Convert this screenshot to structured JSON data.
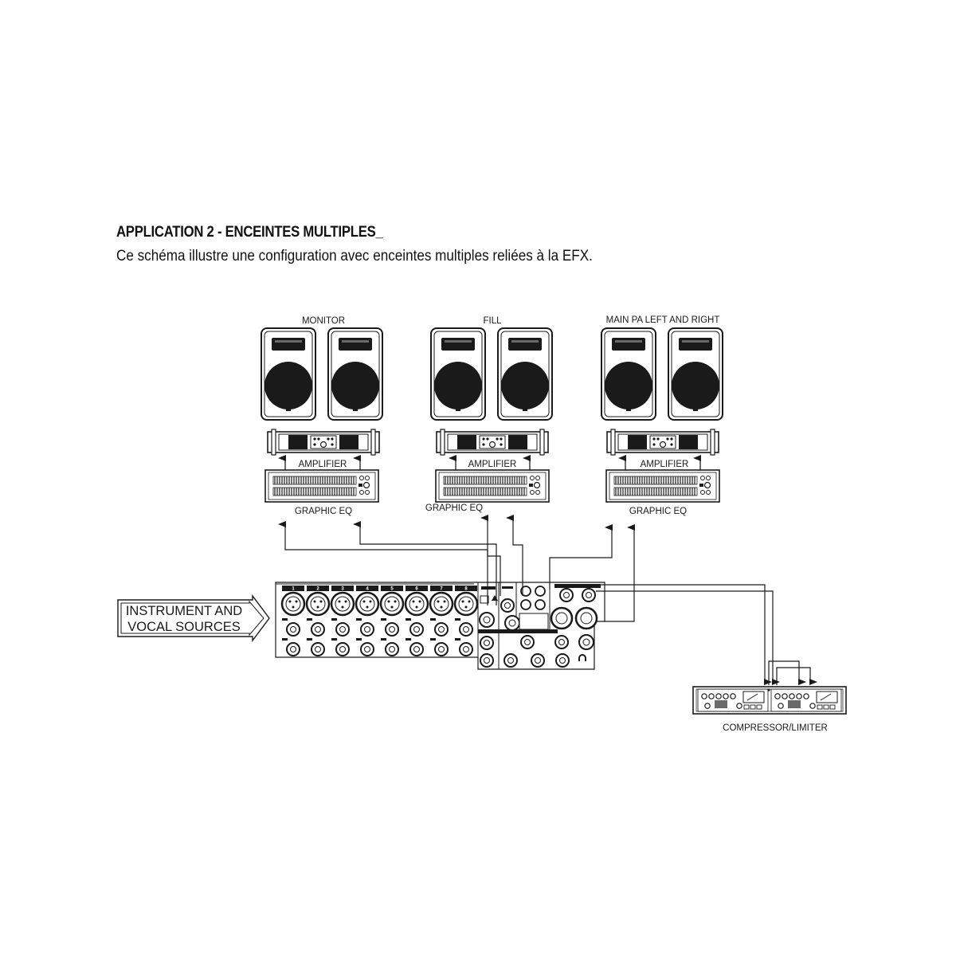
{
  "heading": "APPLICATION 2 - ENCEINTES MULTIPLES_",
  "description": "Ce schéma illustre une configuration avec enceintes multiples reliées à la EFX.",
  "groups": [
    {
      "label": "MONITOR",
      "amp_label": "AMPLIFIER",
      "eq_label": "GRAPHIC EQ"
    },
    {
      "label": "FILL",
      "amp_label": "AMPLIFIER",
      "eq_label": "GRAPHIC EQ"
    },
    {
      "label": "MAIN PA LEFT AND RIGHT",
      "amp_label": "AMPLIFIER",
      "eq_label": "GRAPHIC EQ"
    }
  ],
  "sources": {
    "line1": "INSTRUMENT AND",
    "line2": "VOCAL SOURCES"
  },
  "mixer": {
    "channels": [
      "1",
      "2",
      "3",
      "4",
      "5",
      "6",
      "7",
      "8"
    ]
  },
  "compressor_label": "COMPRESSOR/LIMITER",
  "colors": {
    "ink": "#1a1a1a",
    "background": "#ffffff"
  }
}
